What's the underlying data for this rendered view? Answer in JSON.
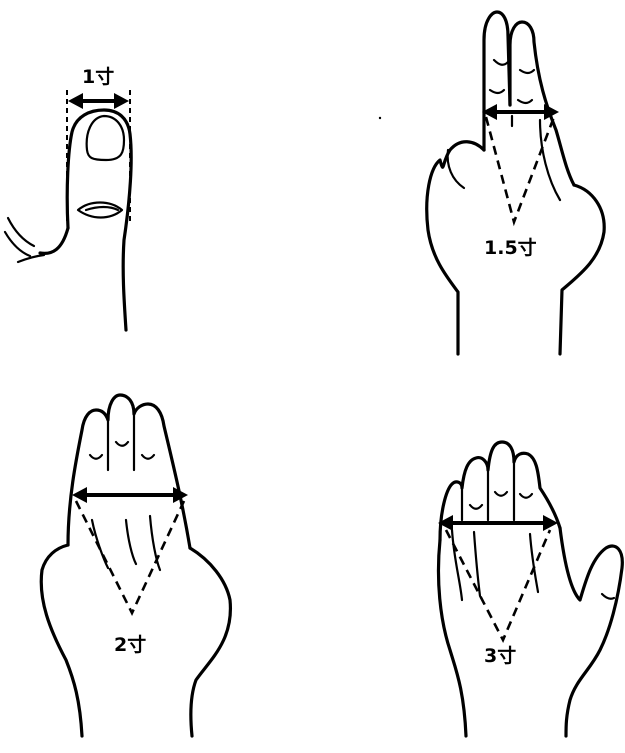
{
  "figures": [
    {
      "id": "one-finger",
      "label": "1寸"
    },
    {
      "id": "two-fingers",
      "label": "1.5寸"
    },
    {
      "id": "three-fingers",
      "label": "2寸"
    },
    {
      "id": "four-fingers",
      "label": "3寸"
    }
  ]
}
